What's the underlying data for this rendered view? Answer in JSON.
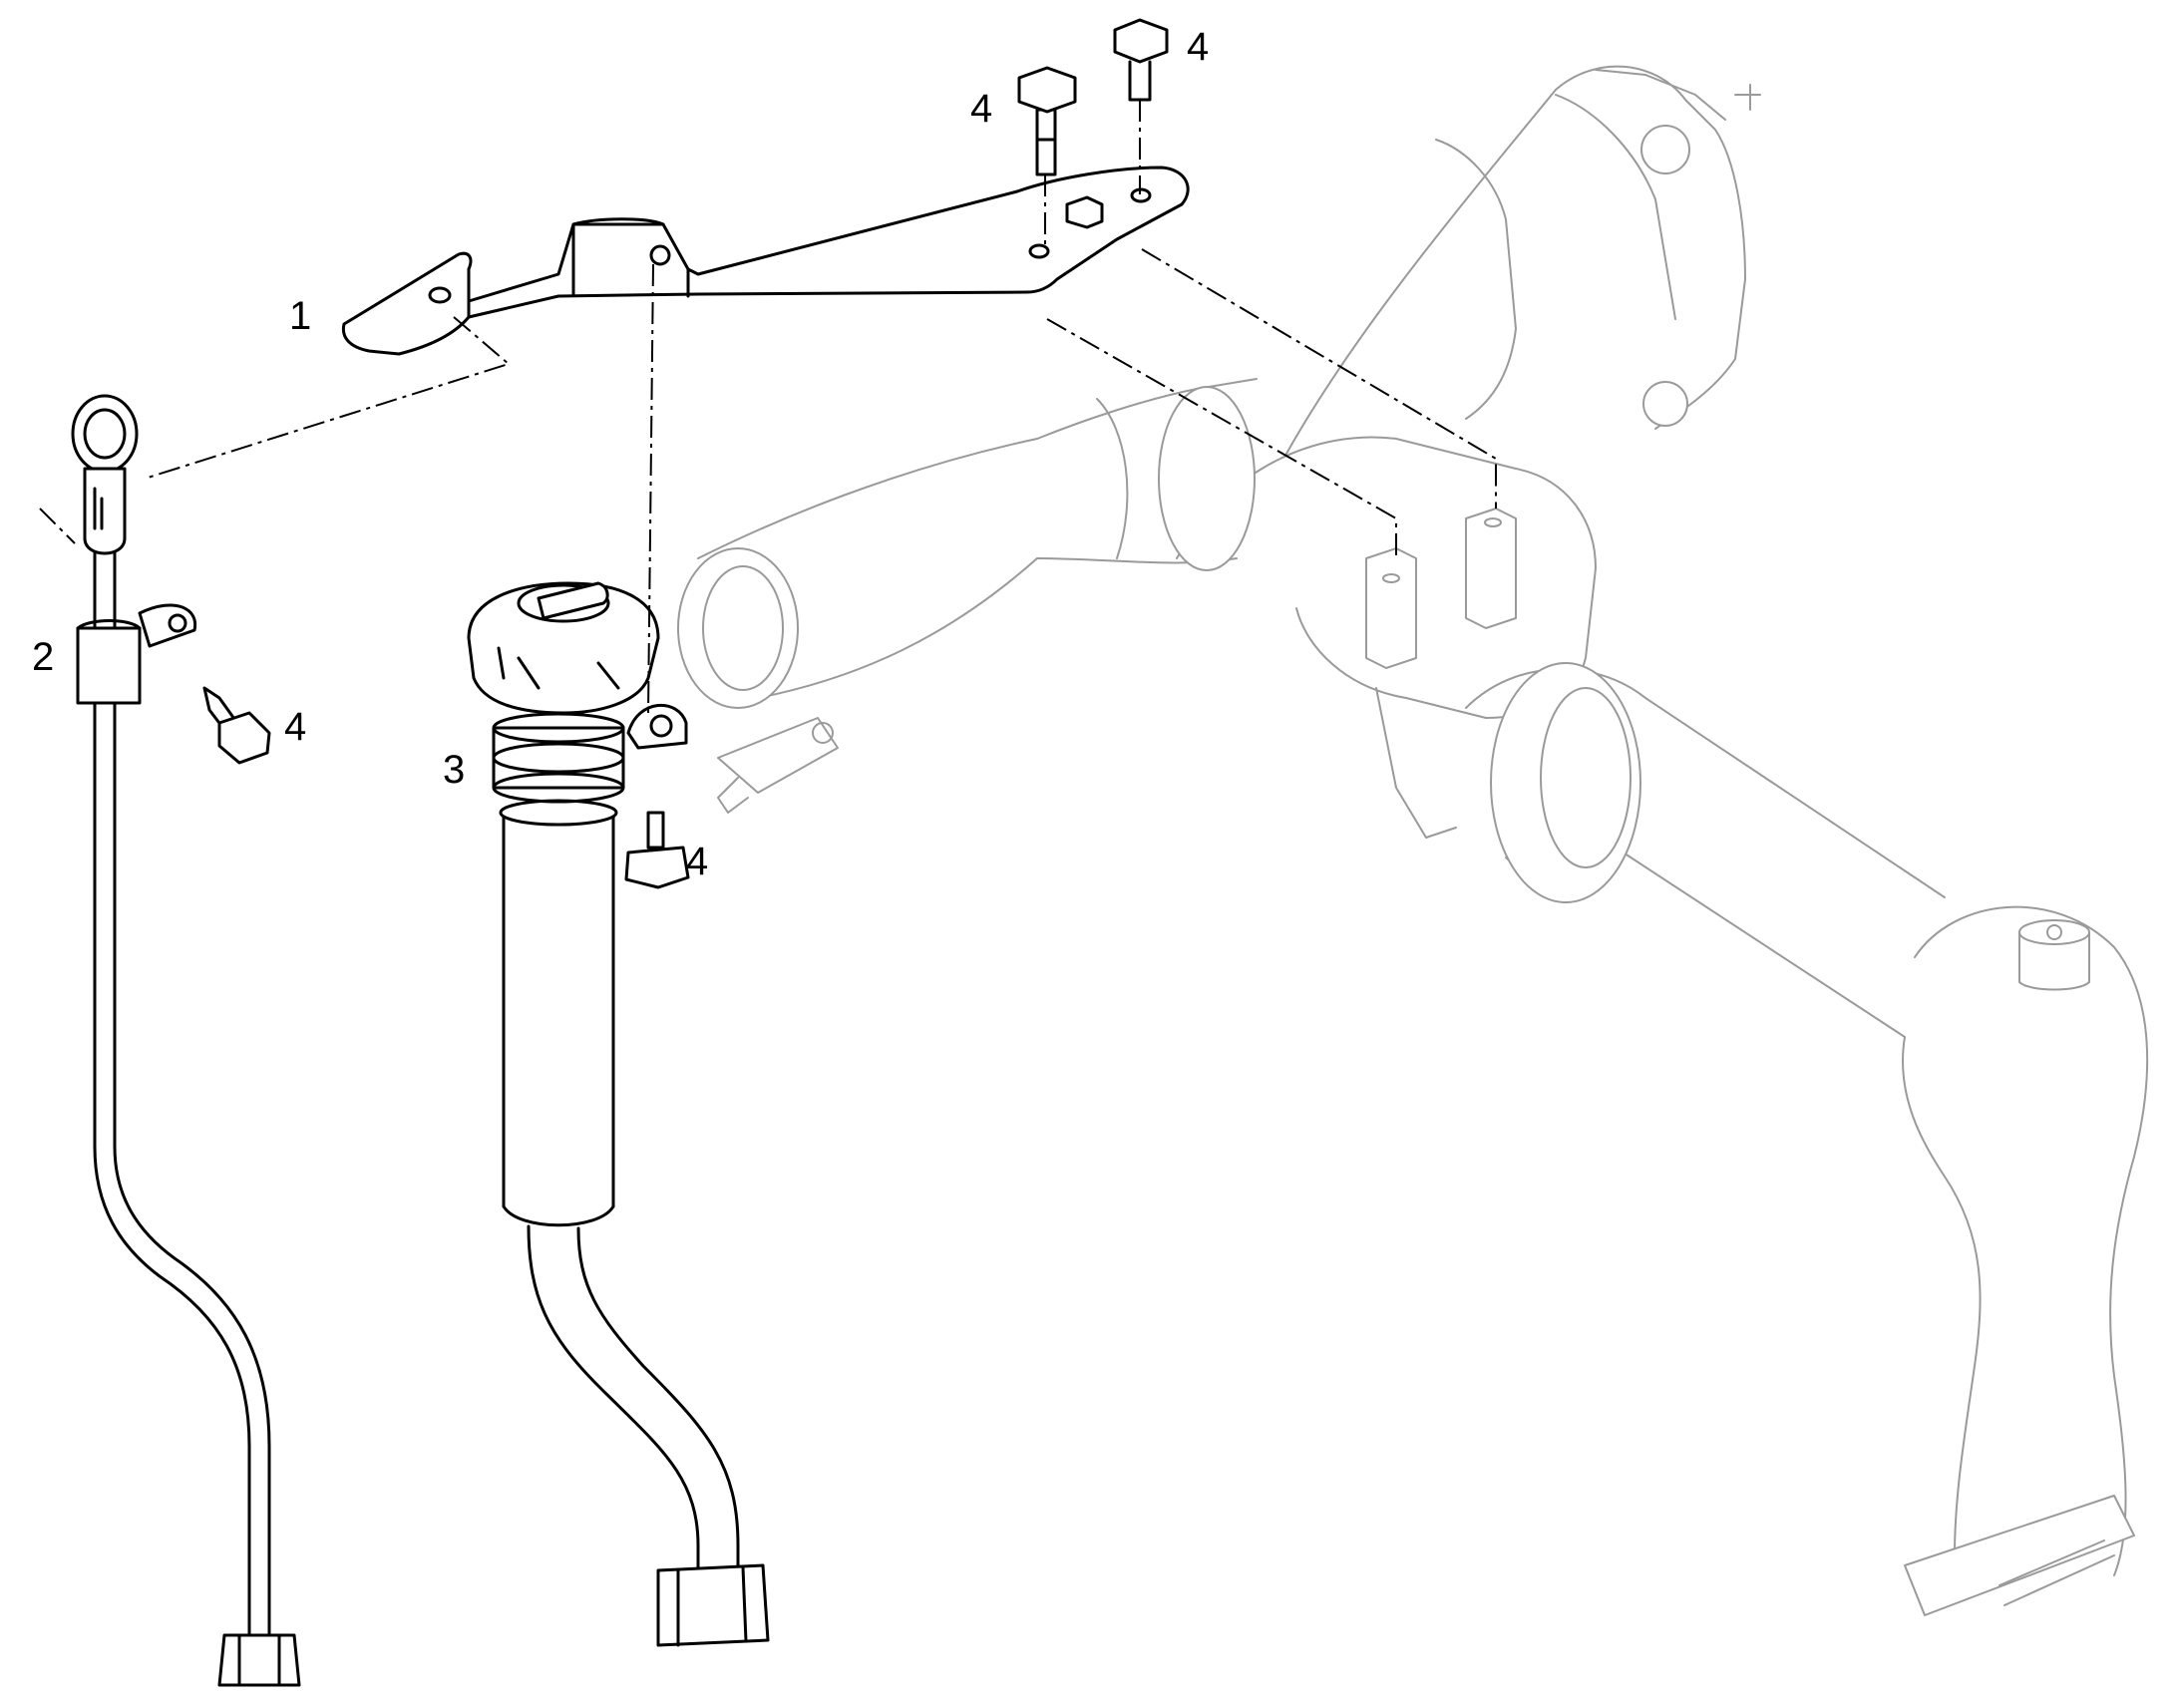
{
  "callouts": [
    {
      "id": "c1",
      "number": "1"
    },
    {
      "id": "c2",
      "number": "2"
    },
    {
      "id": "c3",
      "number": "3"
    },
    {
      "id": "c4a",
      "number": "4"
    },
    {
      "id": "c4b",
      "number": "4"
    },
    {
      "id": "c4c",
      "number": "4"
    },
    {
      "id": "c4d",
      "number": "4"
    }
  ],
  "colors": {
    "line": "#000000",
    "context_line": "#9a9a9a",
    "background": "#ffffff"
  }
}
